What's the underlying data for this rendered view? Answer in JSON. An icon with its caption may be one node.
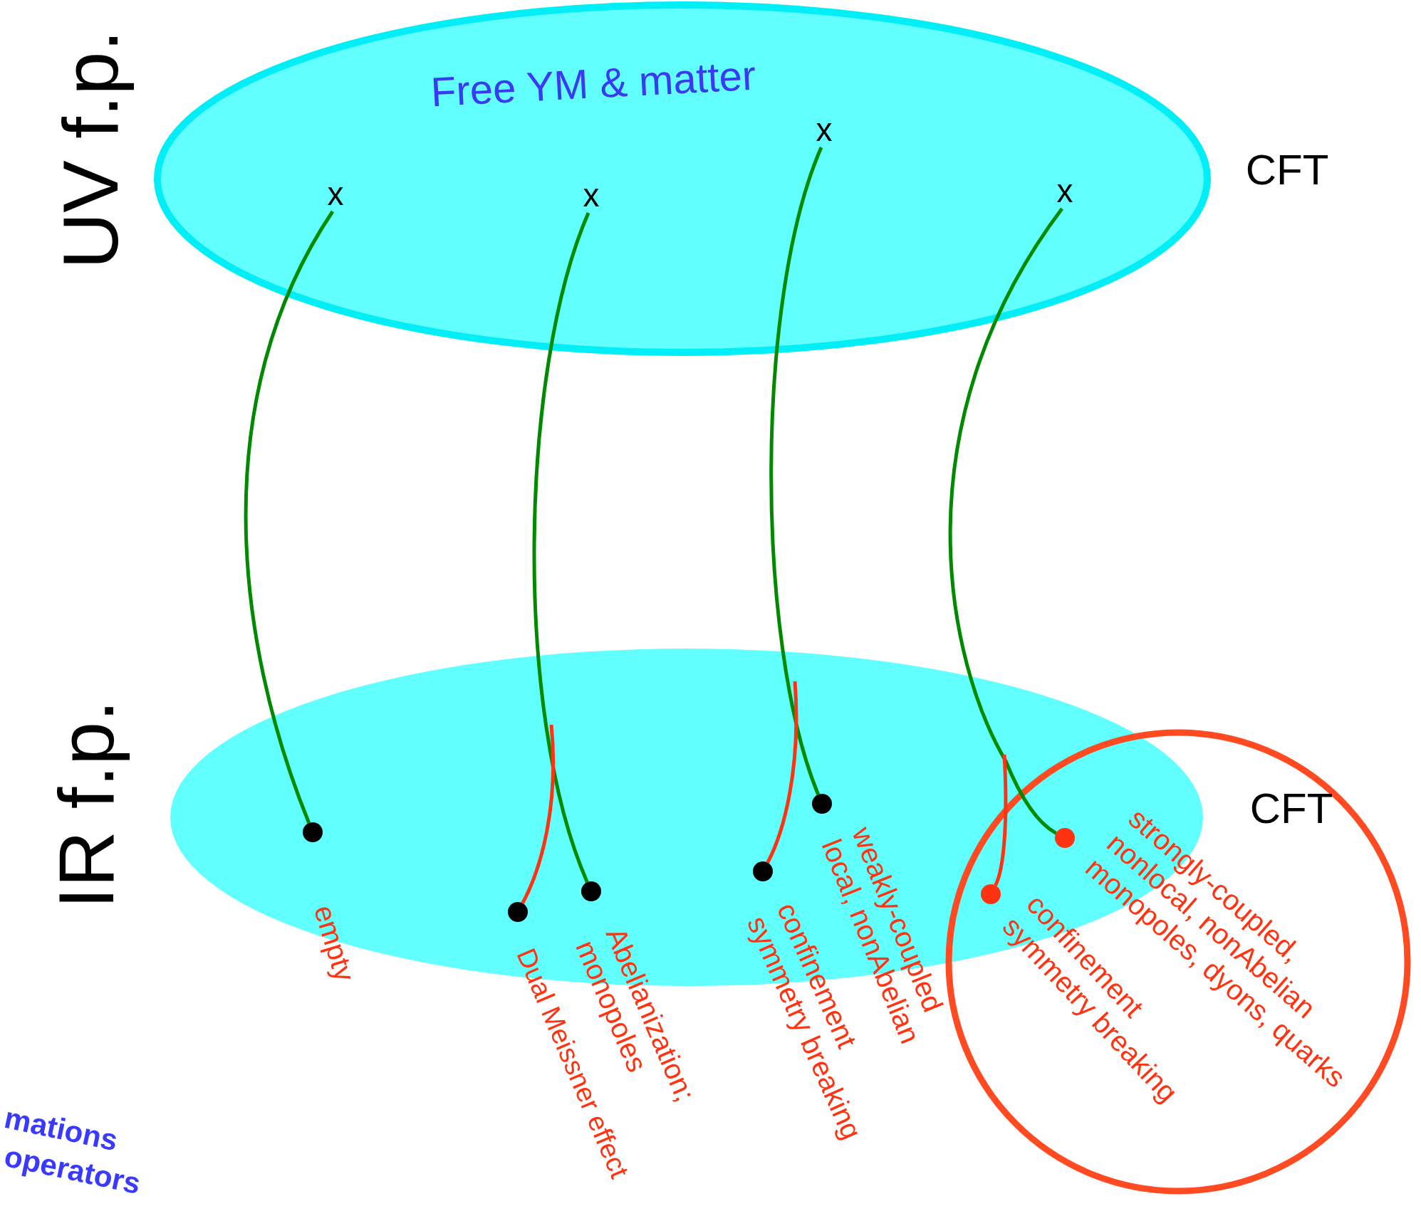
{
  "diagram": {
    "nodes": [
      {
        "text": [
          "Free YM & matter"
        ],
        "beside": [
          "UV f.p.",
          "CFT"
        ]
      },
      {
        "text": [
          "x"
        ],
        "in": 0
      },
      {
        "text": [
          "x"
        ],
        "in": 0
      },
      {
        "text": [
          "x"
        ],
        "in": 0
      },
      {
        "text": [
          "x"
        ],
        "in": 0
      },
      {
        "text": [],
        "shape": "ellipse",
        "beside": [
          "IR f.p.",
          "CFT"
        ]
      },
      {
        "text": [],
        "shape": "circle",
        "in": 5,
        "beside": [
          "empty"
        ]
      },
      {
        "text": [],
        "shape": "circle",
        "in": 5,
        "beside": [
          "Dual Meissner effect"
        ]
      },
      {
        "text": [],
        "shape": "circle",
        "in": 5,
        "beside": [
          "Abelianization; monopoles"
        ]
      },
      {
        "text": [],
        "shape": "circle",
        "in": 5,
        "beside": [
          "confinement symmetry breaking"
        ]
      },
      {
        "text": [],
        "shape": "circle",
        "in": 5,
        "beside": [
          "weakly-coupled local, nonAbelian"
        ]
      },
      {
        "text": [],
        "shape": "circle",
        "in": 5,
        "beside": [
          "confinement symmetry breaking"
        ]
      },
      {
        "text": [],
        "shape": "circle",
        "in": 5,
        "beside": [
          "strongly-coupled, nonlocal, nonAbelian monopoles, dyons, quarks"
        ]
      }
    ],
    "edges": [
      {
        "from": 1,
        "to": 6,
        "arrow": "none"
      },
      {
        "from": 2,
        "to": 8,
        "arrow": "none"
      },
      {
        "from": 3,
        "to": 10,
        "arrow": "none"
      },
      {
        "from": 4,
        "to": 12,
        "arrow": "none"
      },
      {
        "from": null,
        "to": 7,
        "arrow": "none",
        "color": "#ff3311"
      },
      {
        "from": null,
        "to": 9,
        "arrow": "none",
        "color": "#ff3311"
      },
      {
        "from": null,
        "to": 11,
        "arrow": "none",
        "color": "#ff3311"
      }
    ],
    "labels": [
      "mations",
      "operators"
    ]
  }
}
